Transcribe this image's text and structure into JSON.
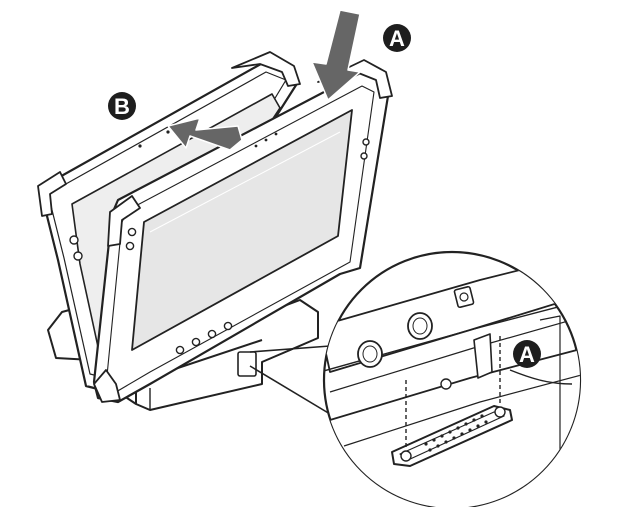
{
  "diagram": {
    "callouts": {
      "a_top": "A",
      "b": "B",
      "a_detail": "A"
    },
    "colors": {
      "outline": "#222222",
      "screen": "#e6e6e6",
      "screen_rear": "#eeeeee",
      "arrow": "#666666",
      "badge": "#1e1e1e",
      "body": "#ffffff"
    },
    "icons": {
      "down_arrow": "push-down-arrow-icon",
      "back_arrow": "tilt-back-arrow-icon"
    }
  }
}
